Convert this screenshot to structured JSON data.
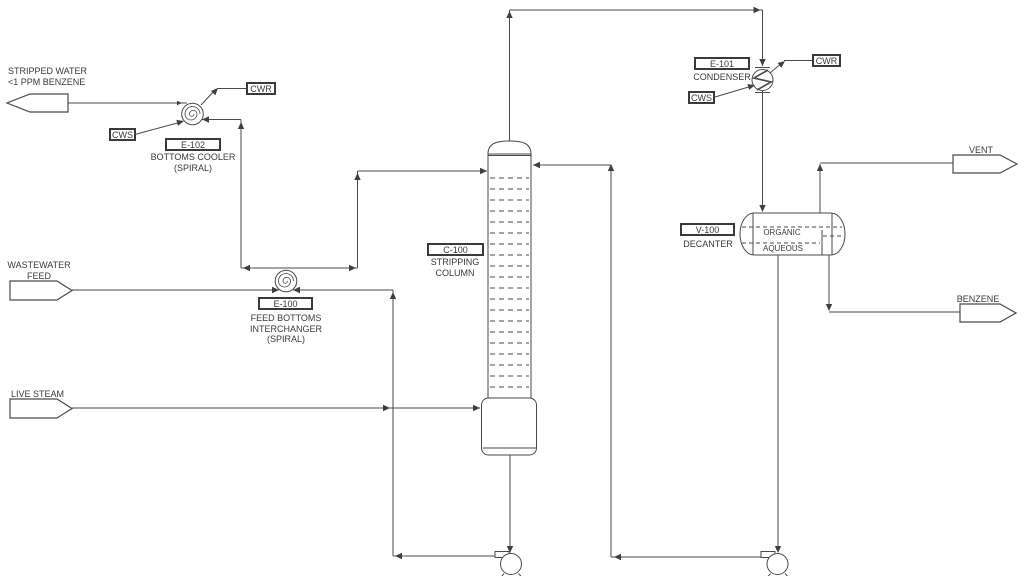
{
  "colors": {
    "line": "#4a4a4a",
    "text": "#3a3a3a",
    "background": "#ffffff"
  },
  "streams": {
    "stripped_water_line1": "STRIPPED WATER",
    "stripped_water_line2": "<1 PPM BENZENE",
    "wastewater_line1": "WASTEWATER",
    "wastewater_line2": "FEED",
    "live_steam": "LIVE STEAM",
    "vent": "VENT",
    "benzene": "BENZENE"
  },
  "utilities": {
    "cws": "CWS",
    "cwr": "CWR"
  },
  "equipment": {
    "e102": {
      "tag": "E-102",
      "desc_line1": "BOTTOMS COOLER",
      "desc_line2": "(SPIRAL)"
    },
    "e100": {
      "tag": "E-100",
      "desc_line1": "FEED BOTTOMS",
      "desc_line2": "INTERCHANGER",
      "desc_line3": "(SPIRAL)"
    },
    "c100": {
      "tag": "C-100",
      "desc_line1": "STRIPPING",
      "desc_line2": "COLUMN"
    },
    "e101": {
      "tag": "E-101",
      "desc_line1": "CONDENSER"
    },
    "v100": {
      "tag": "V-100",
      "desc_line1": "DECANTER",
      "label_organic": "ORGANIC",
      "label_aqueous": "AQUEOUS"
    }
  }
}
